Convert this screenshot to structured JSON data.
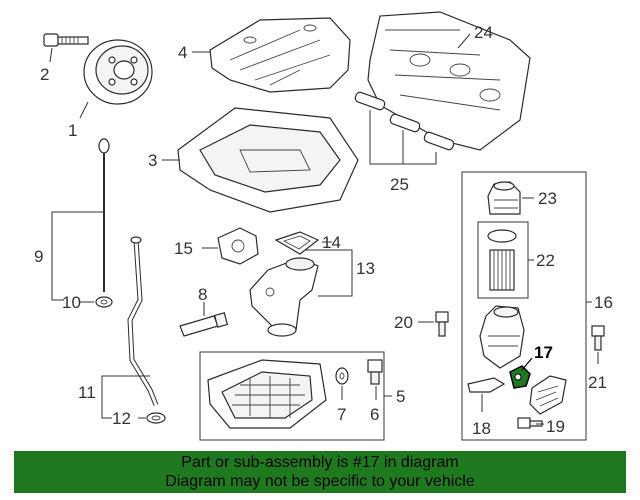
{
  "callouts": {
    "c1": "1",
    "c2": "2",
    "c3": "3",
    "c4": "4",
    "c5": "5",
    "c6": "6",
    "c7": "7",
    "c8": "8",
    "c9": "9",
    "c10": "10",
    "c11": "11",
    "c12": "12",
    "c13": "13",
    "c14": "14",
    "c15": "15",
    "c16": "16",
    "c17": "17",
    "c18": "18",
    "c19": "19",
    "c20": "20",
    "c21": "21",
    "c22": "22",
    "c23": "23",
    "c24": "24",
    "c25": "25"
  },
  "highlighted_part": "17",
  "banner": {
    "line1": "Part or sub-assembly is #17 in diagram",
    "line2": "Diagram may not be specific to your vehicle"
  },
  "colors": {
    "banner_bg": "#1f7a1f",
    "highlight": "#1f7a1f"
  }
}
